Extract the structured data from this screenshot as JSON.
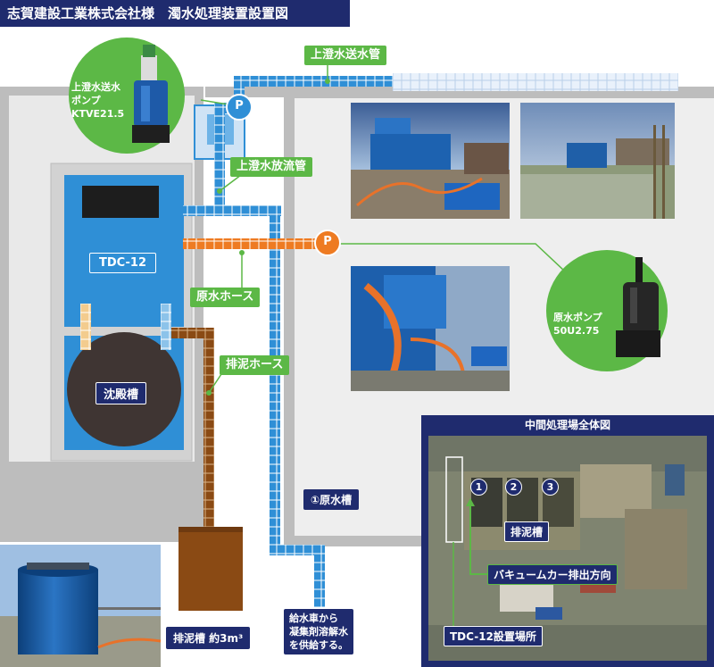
{
  "title": "志賀建設工業株式会社様　濁水処理装置設置図",
  "labels": {
    "supply_pipe": "上澄水送水管",
    "discharge_pipe": "上澄水放流管",
    "raw_hose": "原水ホース",
    "sludge_hose": "排泥ホース",
    "raw_tank": "①原水槽",
    "sludge_tank": "排泥槽 約3m³",
    "water_supply": [
      "給水車から",
      "凝集剤溶解水",
      "を供給する。"
    ],
    "tdc": "TDC-12",
    "settling_tank": "沈殿槽",
    "pump_p": "P"
  },
  "supply_pump": [
    "上澄水送水",
    "ポンプ",
    "KTVE21.5"
  ],
  "raw_pump": [
    "原水ポンプ",
    "50U2.75"
  ],
  "inset": {
    "title": "中間処理場全体図",
    "numbers": [
      "1",
      "2",
      "3"
    ],
    "sludge_tank": "排泥槽",
    "vacuum_direction": "バキュームカー排出方向",
    "tdc_location": "TDC-12設置場所"
  },
  "colors": {
    "navy": "#1f2b6e",
    "green": "#5cb846",
    "blue_pipe": "#2f8fd6",
    "orange_pipe": "#ee7b22",
    "brown_pipe": "#8a4a14",
    "tank_blue": "#2f8fd6"
  }
}
